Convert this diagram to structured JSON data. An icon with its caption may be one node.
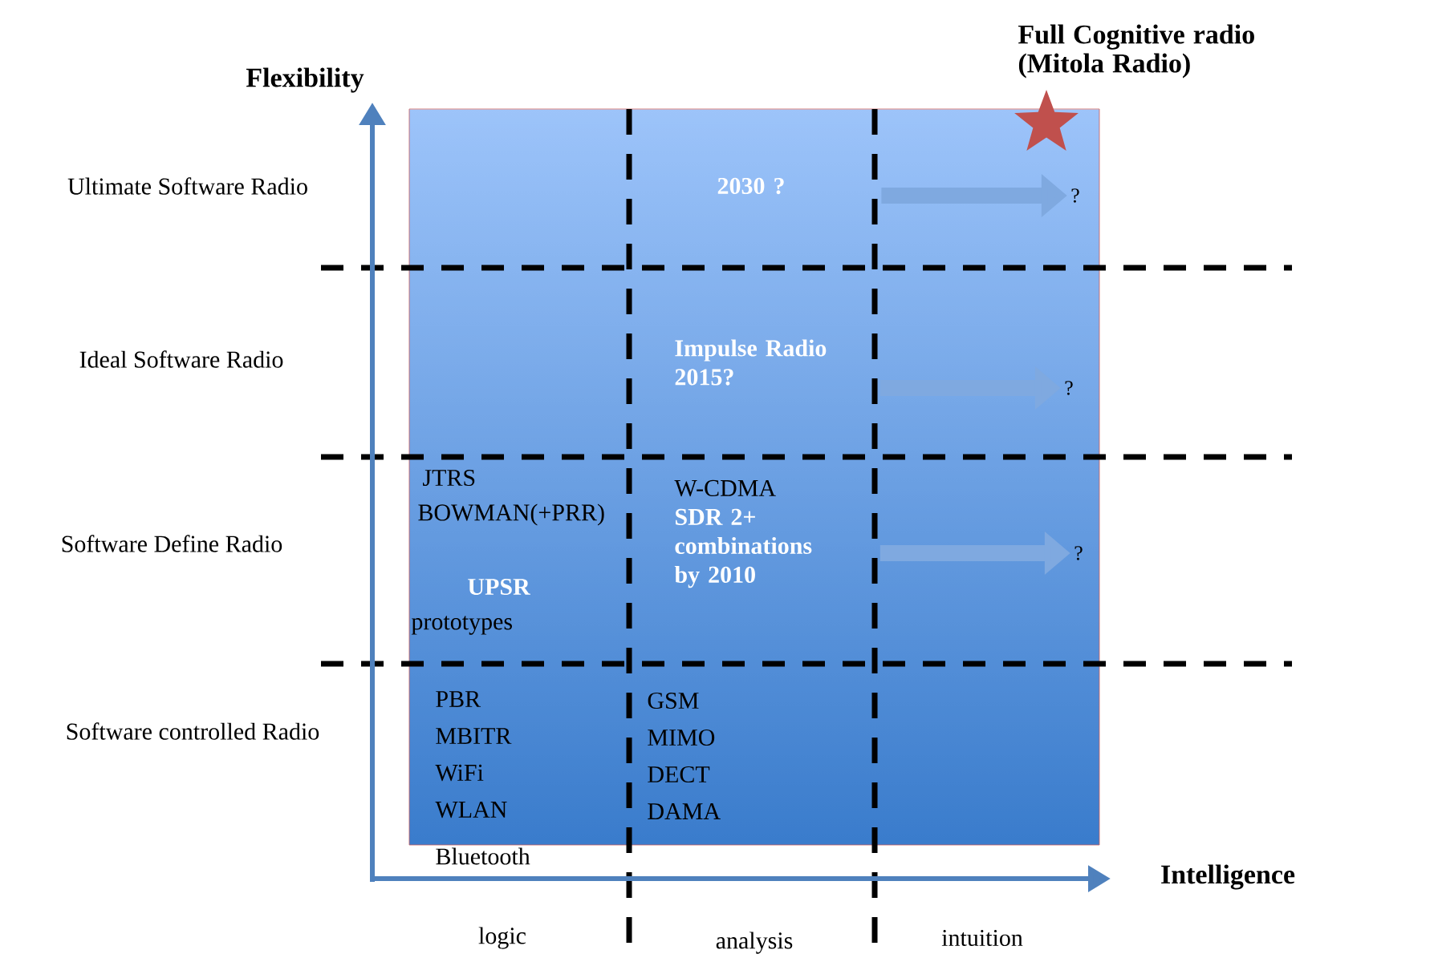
{
  "diagram": {
    "nodes": [
      {
        "text": [
          "2030 ?"
        ]
      },
      {
        "text": [
          "?"
        ]
      },
      {
        "text": [
          "Impulse Radio 2015?"
        ]
      },
      {
        "text": [
          "?"
        ]
      },
      {
        "text": [
          "W-CDMA",
          "SDR 2+ combinations by 2010"
        ]
      },
      {
        "text": [
          "?"
        ]
      }
    ],
    "edges": [
      {
        "from": 0,
        "to": 1,
        "arrow": "to"
      },
      {
        "from": 2,
        "to": 3,
        "arrow": "to"
      },
      {
        "from": 4,
        "to": 5,
        "arrow": "to"
      }
    ],
    "labels": [
      "Flexibility",
      "Full Cognitive radio (Mitola Radio)",
      "Ultimate Software Radio",
      "Ideal Software Radio",
      "JTRS",
      "BOWMAN(+PRR)",
      "Software Define Radio",
      "UPSR",
      "prototypes",
      "PBR",
      "GSM",
      "Software controlled Radio",
      "MBITR",
      "MIMO",
      "WiFi",
      "DECT",
      "WLAN",
      "DAMA",
      "Bluetooth",
      "Intelligence",
      "logic",
      "analysis",
      "intuition"
    ]
  }
}
